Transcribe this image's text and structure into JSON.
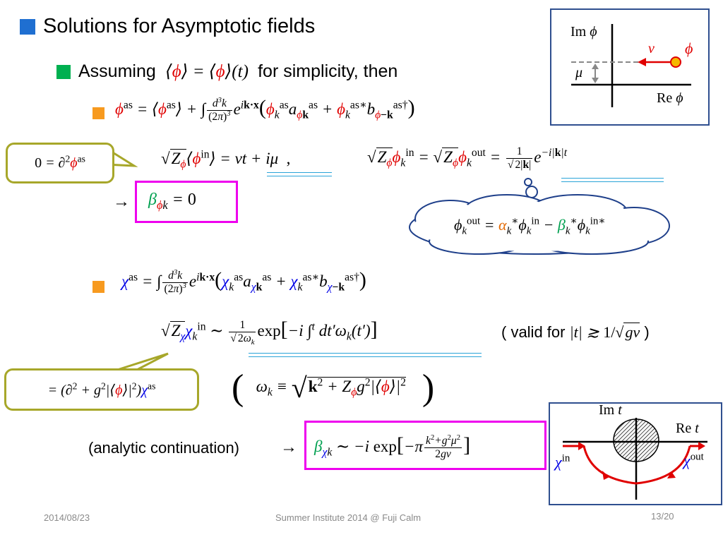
{
  "title": "Solutions for Asymptotic fields",
  "assuming": {
    "prefix": "Assuming",
    "suffix": "for simplicity, then"
  },
  "phi_expansion": {
    "lhs": "ϕ",
    "sup": "as"
  },
  "chi_expansion": {
    "lhs": "χ",
    "sup": "as"
  },
  "callout_phi": "0 = ∂²ϕ^as",
  "callout_chi": "= (∂² + g²|⟨ϕ⟩|²)χ^as",
  "cloud": "ϕ_k^out = α_k* ϕ_k^in − β_k* ϕ_k^in*",
  "arrow": "→",
  "valid_note": {
    "prefix": "( valid for",
    "suffix": ")"
  },
  "analytic": "(analytic continuation)",
  "diagram_phi": {
    "im": "Im",
    "re": "Re",
    "v": "v",
    "mu": "μ",
    "phi": "ϕ"
  },
  "diagram_t": {
    "im": "Im",
    "re": "Re",
    "t": "t",
    "chi_in": "in",
    "chi_out": "out"
  },
  "footer": {
    "date": "2014/08/23",
    "event": "Summer Institute 2014 @ Fuji Calm",
    "page": "13/20"
  },
  "colors": {
    "title_square": "#1f6fd1",
    "sub_square": "#00b050",
    "bullet_square": "#f79a1f",
    "box": "#ee00ee",
    "callout": "#a7a72a"
  }
}
